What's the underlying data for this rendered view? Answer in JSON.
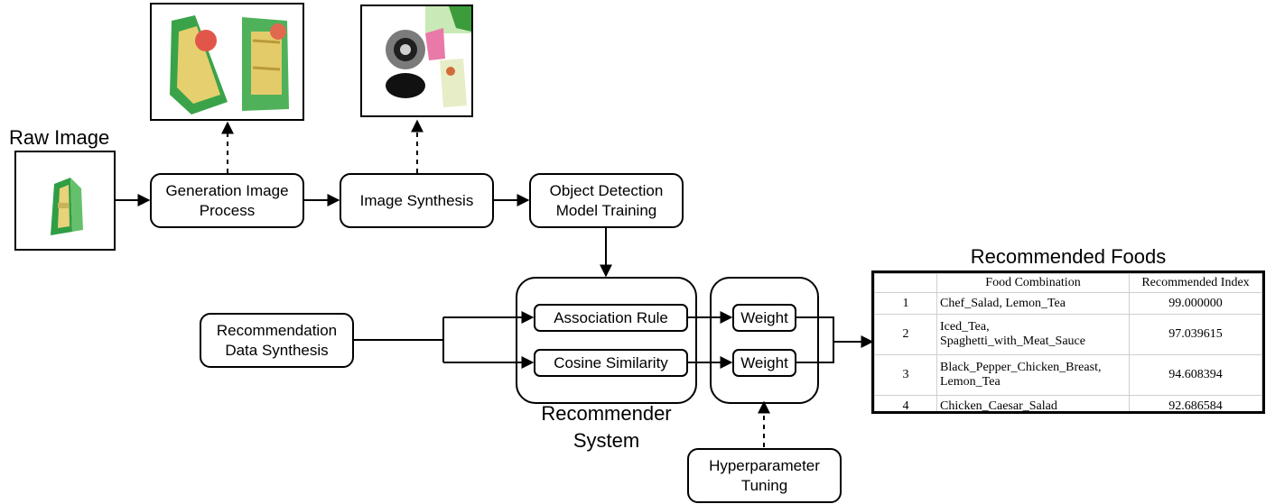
{
  "raw_image": {
    "title": "Raw Image"
  },
  "process": {
    "generation": "Generation Image\nProcess",
    "synthesis": "Image Synthesis",
    "detection": "Object Detection\nModel Training",
    "rec_data": "Recommendation\nData Synthesis",
    "assoc": "Association Rule",
    "cosine": "Cosine Similarity",
    "weight1": "Weight",
    "weight2": "Weight",
    "hyper": "Hyperparameter\nTuning"
  },
  "recommender_label": "Recommender\nSystem",
  "table": {
    "title": "Recommended Foods",
    "headers": [
      "",
      "Food Combination",
      "Recommended Index"
    ],
    "rows": [
      {
        "rank": "1",
        "food_1": "Chef_Salad, Lemon_Tea",
        "food_2": "",
        "index": "99.000000"
      },
      {
        "rank": "2",
        "food_1": "Iced_Tea,",
        "food_2": "Spaghetti_with_Meat_Sauce",
        "index": "97.039615"
      },
      {
        "rank": "3",
        "food_1": "Black_Pepper_Chicken_Breast,",
        "food_2": "Lemon_Tea",
        "index": "94.608394"
      },
      {
        "rank": "4",
        "food_1": "Chicken_Caesar_Salad",
        "food_2": "",
        "index": "92.686584"
      }
    ]
  }
}
